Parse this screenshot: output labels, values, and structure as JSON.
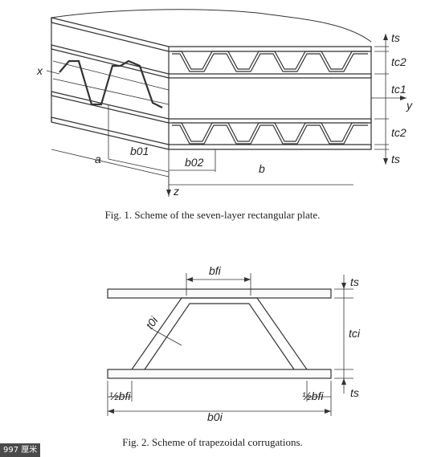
{
  "figure1": {
    "caption": "Fig. 1. Scheme of the seven-layer rectangular plate.",
    "labels": {
      "x": "x",
      "y": "y",
      "z": "z",
      "a": "a",
      "b": "b",
      "b01": "b01",
      "b02": "b02",
      "ts_top": "ts",
      "tc2_top": "tc2",
      "tc1": "tc1",
      "tc2_bottom": "tc2",
      "ts_bottom": "ts"
    }
  },
  "figure2": {
    "caption": "Fig. 2. Scheme of trapezoidal corrugations.",
    "labels": {
      "bfi": "bfi",
      "t0i": "t0i",
      "ts_top": "ts",
      "tci": "tci",
      "ts_bottom": "ts",
      "half_bfi_left": "½bfi",
      "half_bfi_right": "½bfi",
      "b0i": "b0i"
    }
  },
  "badge": {
    "text": "997 厘米"
  }
}
